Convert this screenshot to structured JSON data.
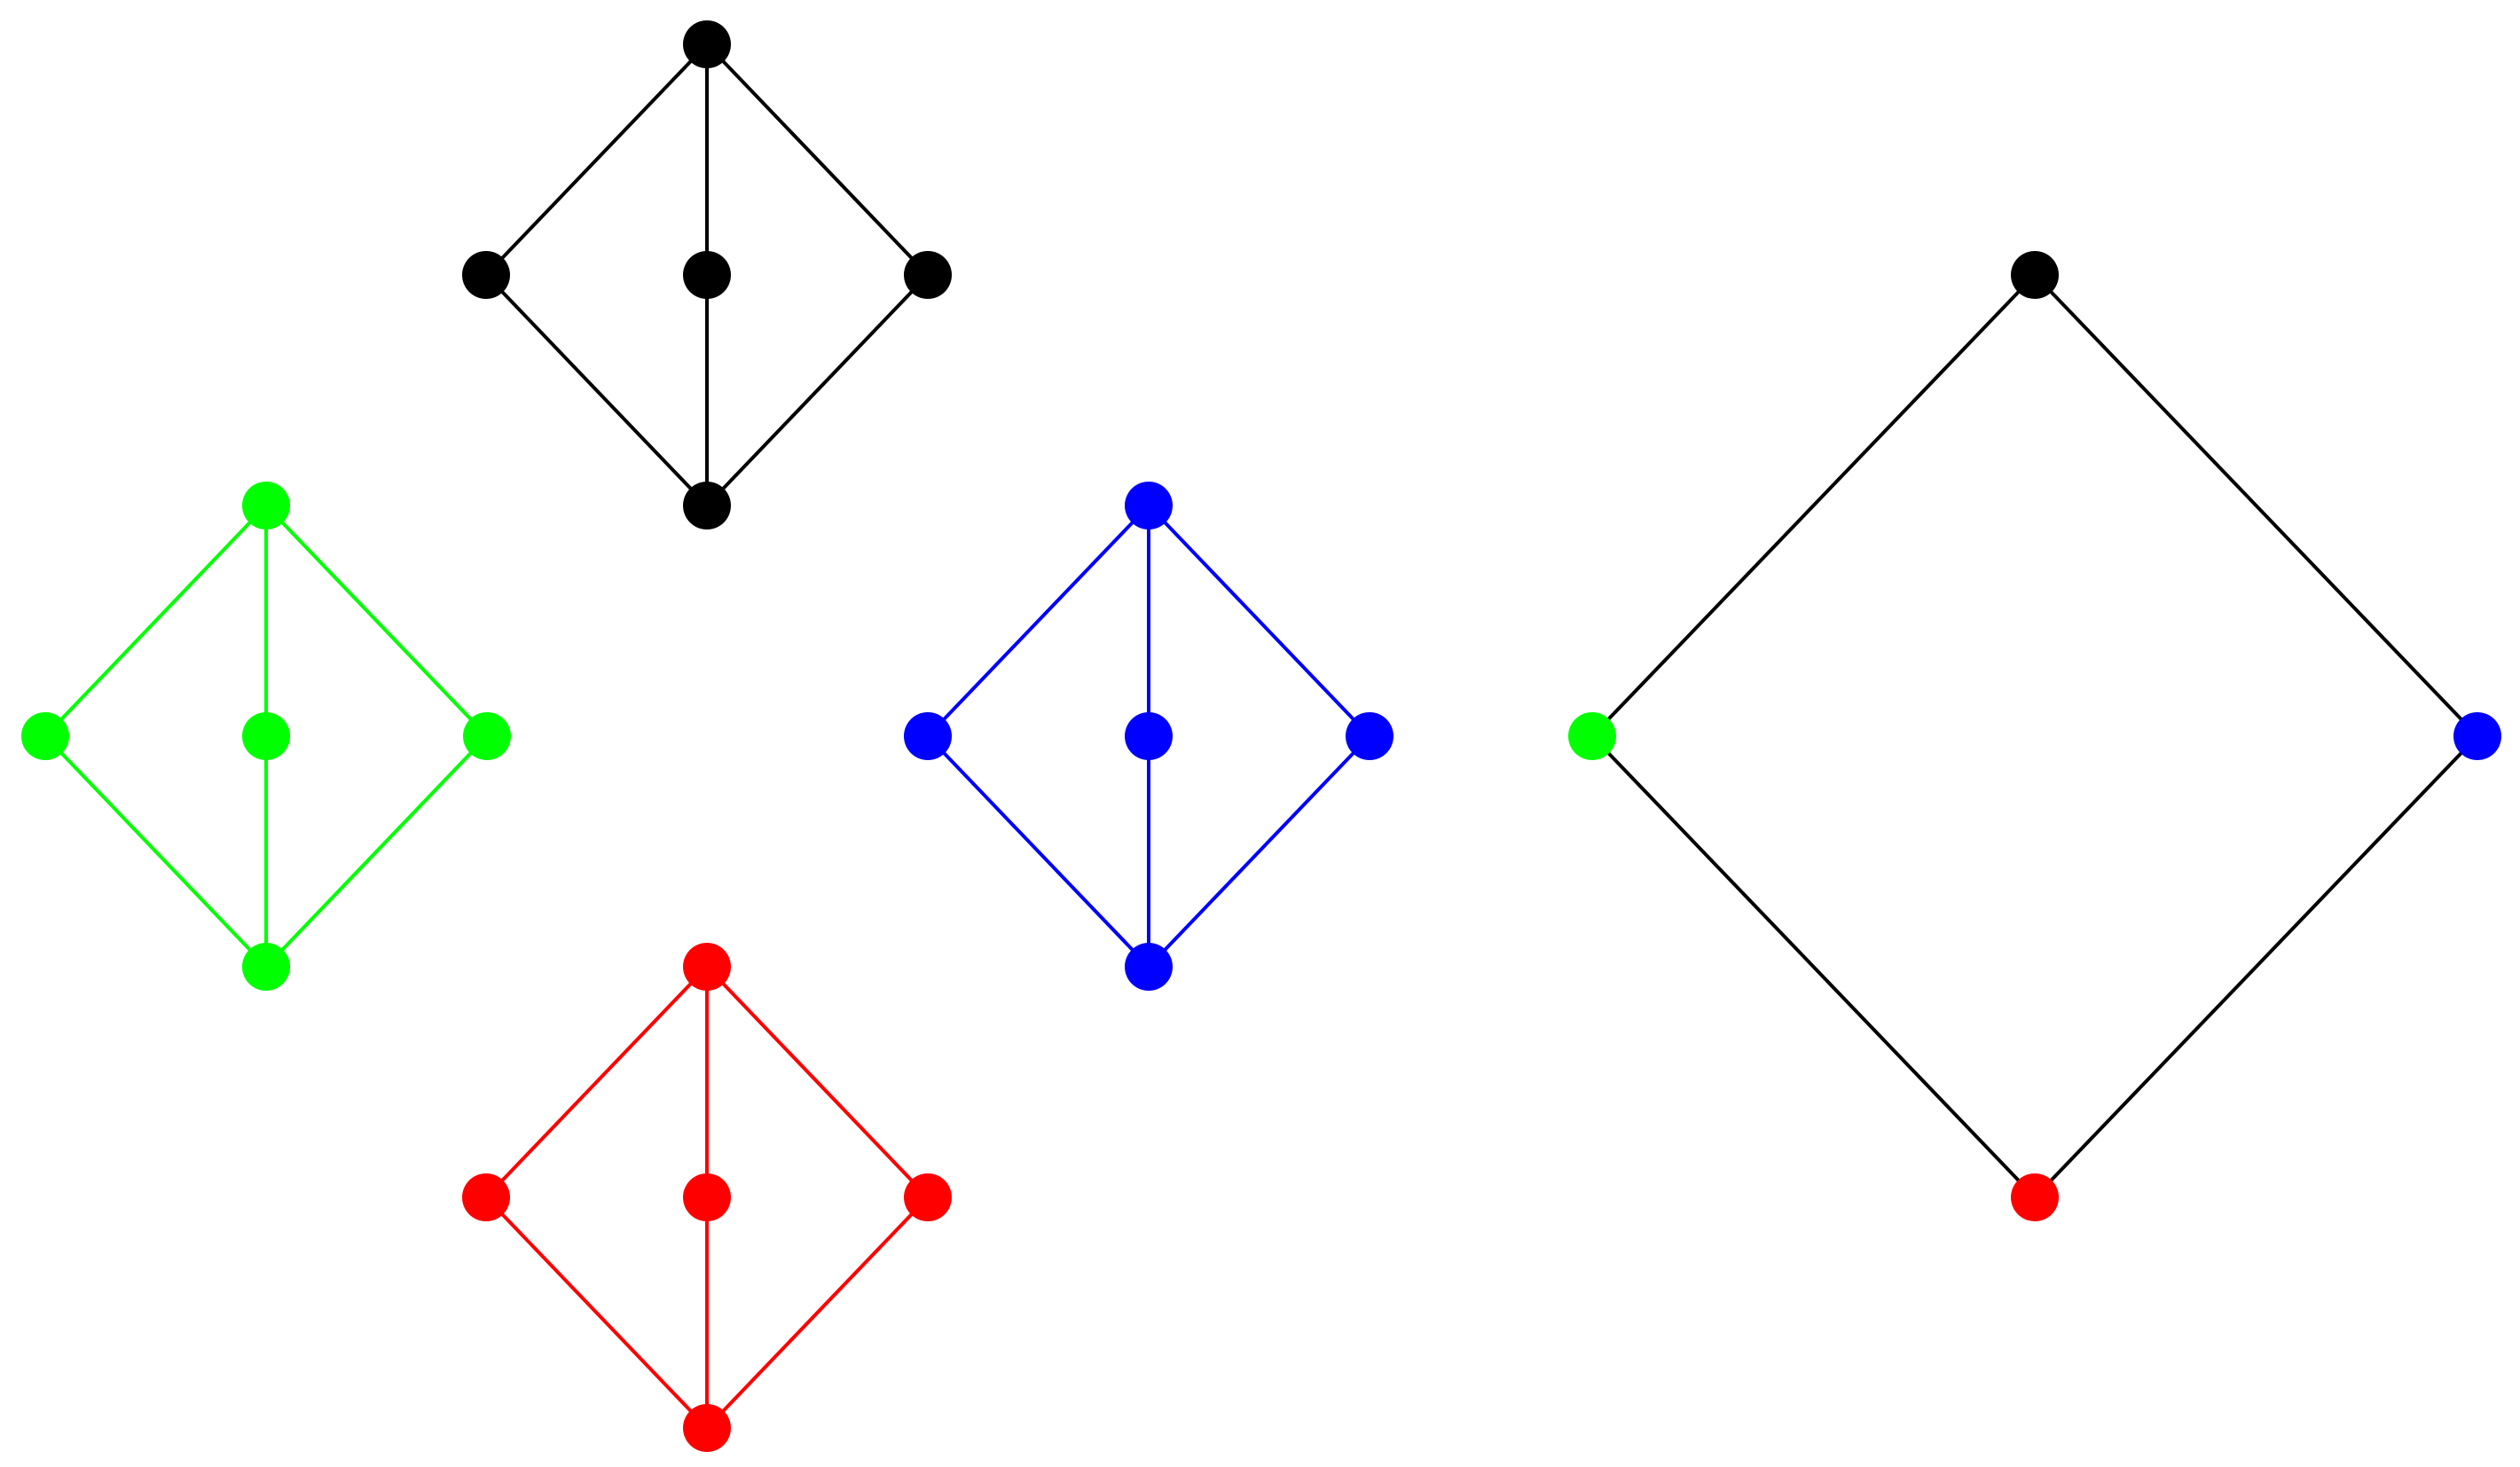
{
  "colors": {
    "black": "#000000",
    "green": "#00ff00",
    "blue": "#0000ff",
    "red": "#ff0000"
  },
  "lattice_shape": {
    "nodes": [
      "top",
      "left",
      "middle",
      "right",
      "bottom"
    ],
    "edges": [
      [
        "top",
        "left"
      ],
      [
        "top",
        "middle"
      ],
      [
        "top",
        "right"
      ],
      [
        "left",
        "bottom"
      ],
      [
        "middle",
        "bottom"
      ],
      [
        "right",
        "bottom"
      ]
    ]
  },
  "small_lattices": [
    {
      "name": "black-lattice",
      "color": "black"
    },
    {
      "name": "green-lattice",
      "color": "green"
    },
    {
      "name": "blue-lattice",
      "color": "blue"
    },
    {
      "name": "red-lattice",
      "color": "red"
    }
  ],
  "quotient_lattice": {
    "edge_color": "black",
    "nodes": [
      {
        "name": "top",
        "color": "black"
      },
      {
        "name": "left",
        "color": "green"
      },
      {
        "name": "right",
        "color": "blue"
      },
      {
        "name": "bottom",
        "color": "red"
      }
    ],
    "edges": [
      [
        "top",
        "left"
      ],
      [
        "top",
        "right"
      ],
      [
        "left",
        "bottom"
      ],
      [
        "right",
        "bottom"
      ]
    ]
  }
}
